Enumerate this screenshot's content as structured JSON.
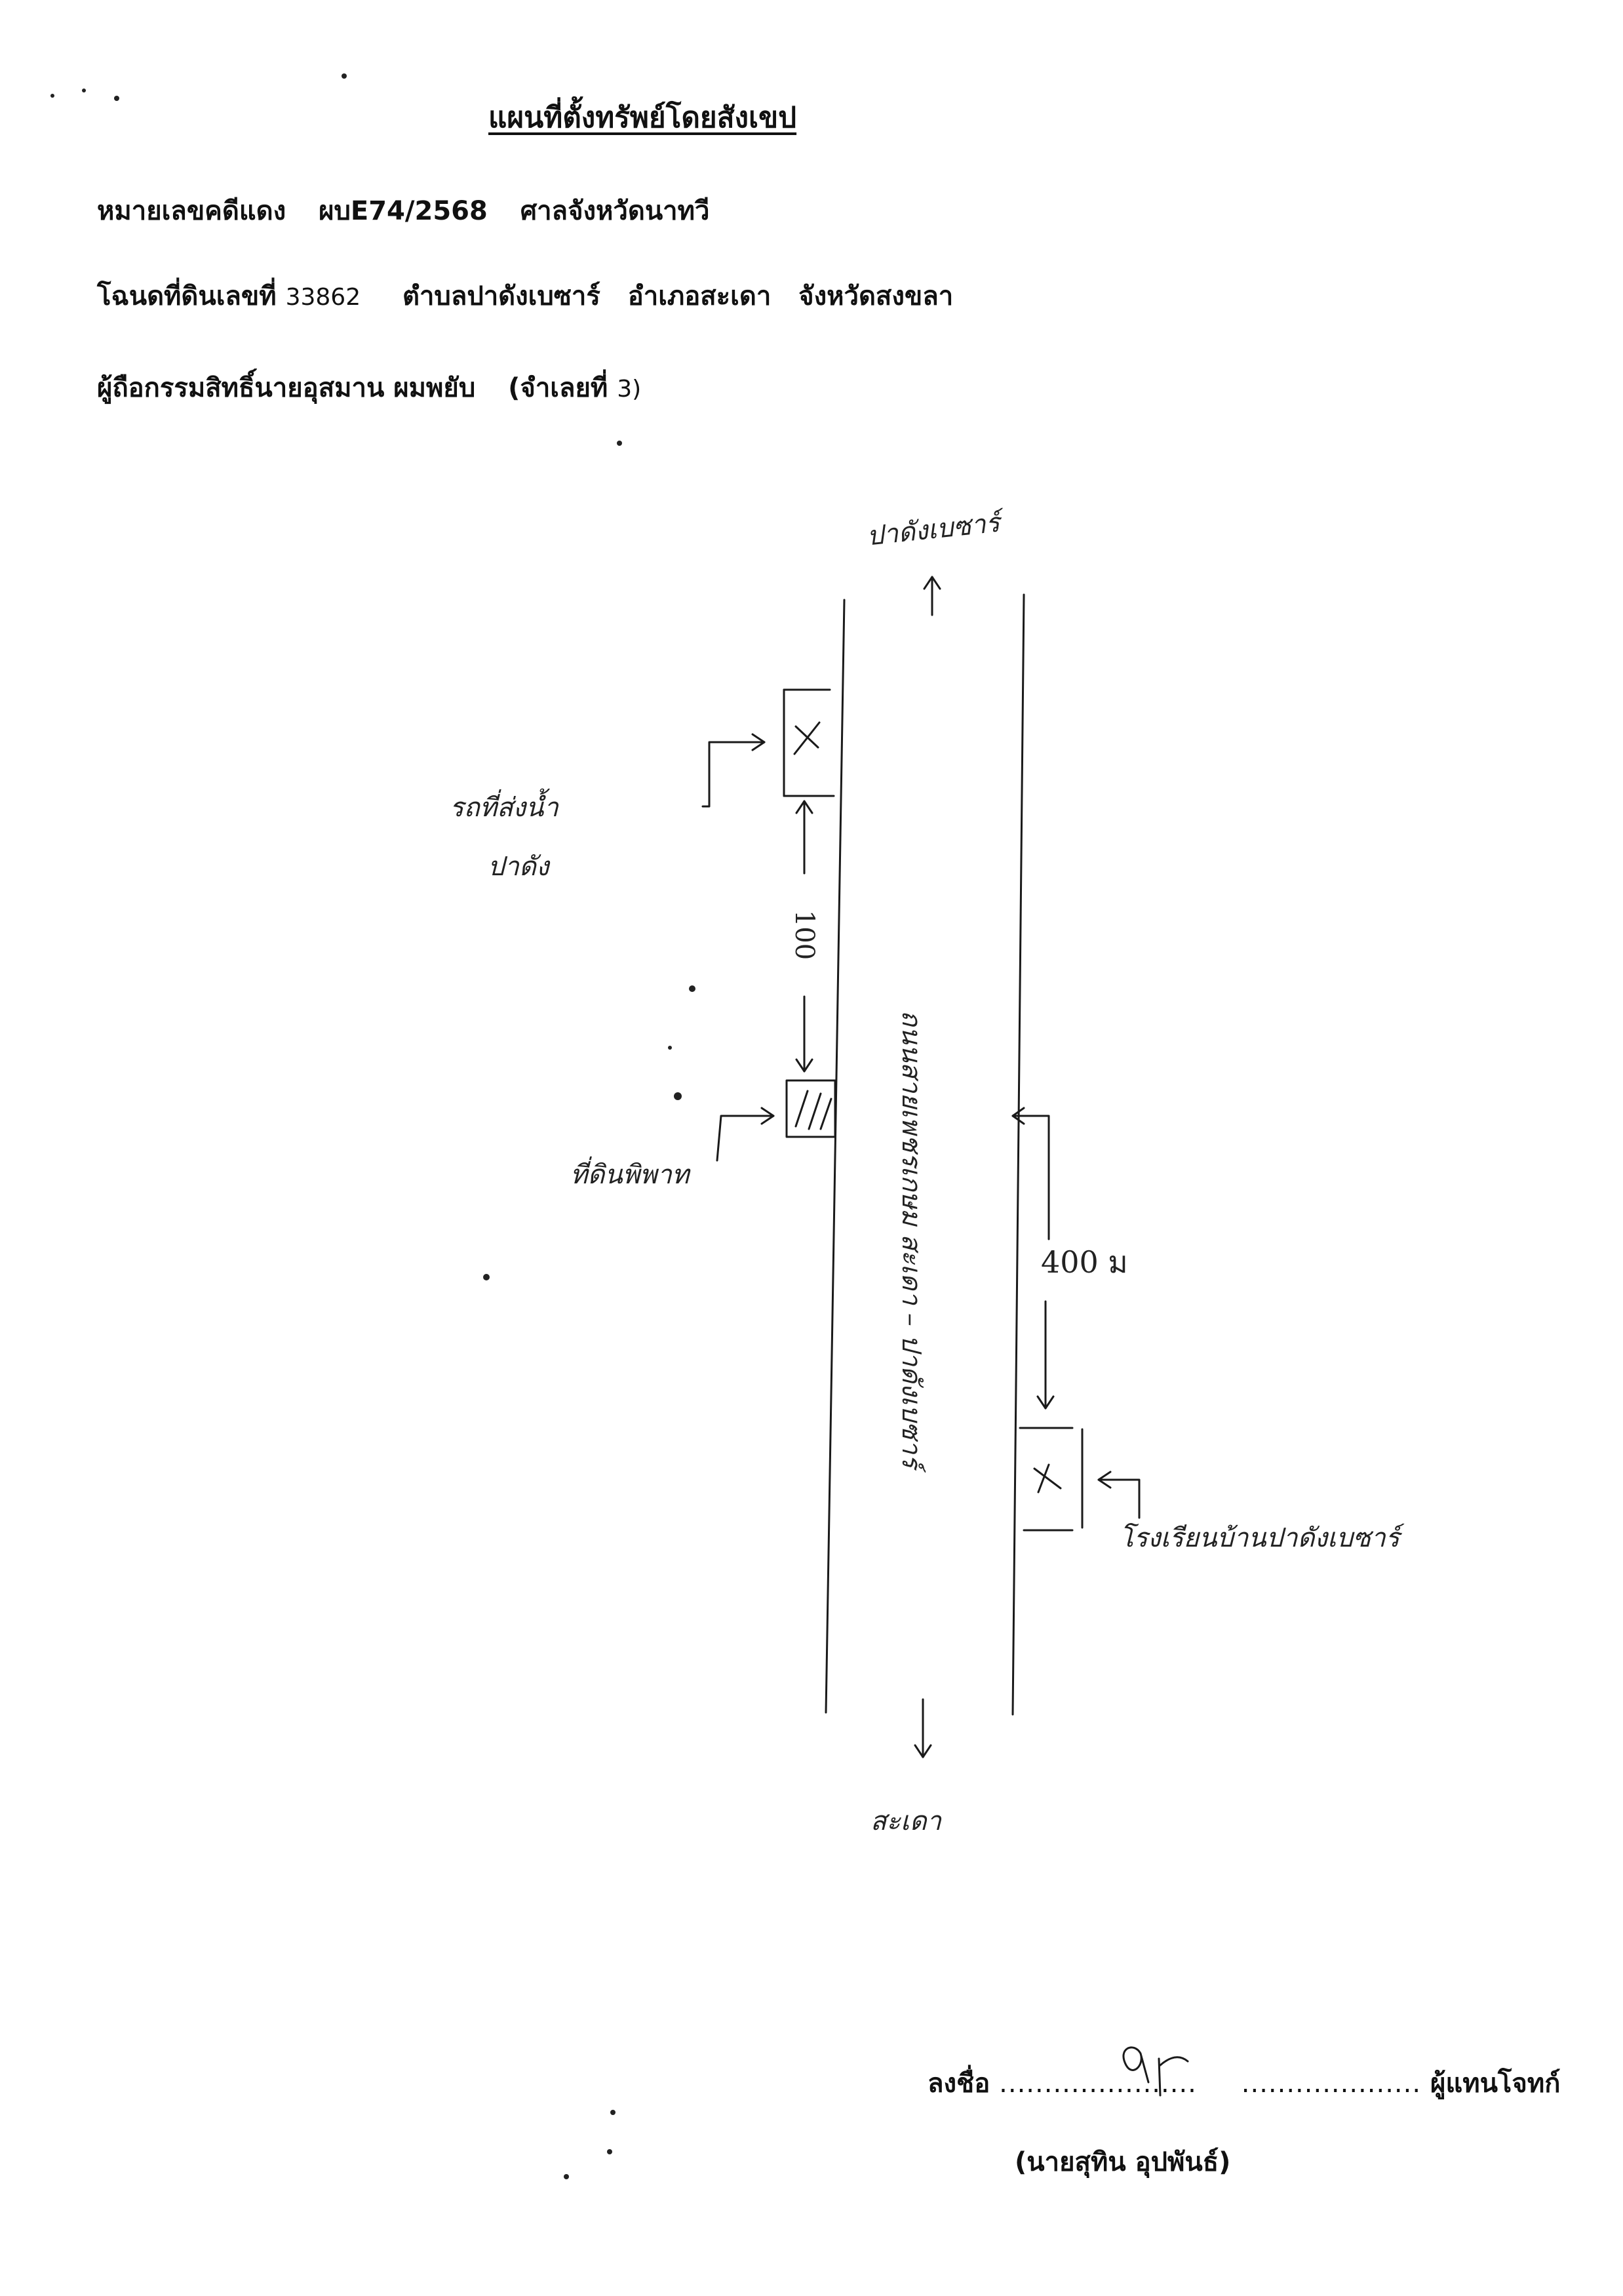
{
  "document": {
    "title": "แผนที่ตั้งทรัพย์โดยสังเขป",
    "case": {
      "label": "หมายเลขคดีแดง",
      "number": "ผบE74/2568",
      "court": "ศาลจังหวัดนาทวี"
    },
    "deed": {
      "label": "โฉนดที่ดินเลขที่",
      "number": "33862",
      "subdistrict": "ตำบลปาดังเบซาร์",
      "district": "อำเภอสะเดา",
      "province": "จังหวัดสงขลา"
    },
    "owner": {
      "label": "ผู้ถือกรรมสิทธิ์นายอุสมาน ผมพยับ",
      "lot_note_prefix": "(จำเลยที่",
      "lot_note_number": "3)"
    }
  },
  "sketch": {
    "north_label": "ปาดังเบซาร์",
    "south_label": "สะเดา",
    "road_label": "ถนนสายเพชรเกษม สะเดา – ปาดังเบซาร์",
    "landmark_top_label_1": "รถที่ส่งน้ำ",
    "landmark_top_label_2": "ปาดัง",
    "property_label": "ที่ดินพิพาท",
    "landmark_right_label": "โรงเรียนบ้านปาดังเบซาร์",
    "distance_1": "100",
    "distance_2": "400 ม"
  },
  "signature": {
    "label": "ลงชื่อ",
    "dots_left": "......................",
    "dots_right": "....................",
    "role": "ผู้แทนโจทก์",
    "name": "(นายสุทิน อุปพันธ์)"
  }
}
